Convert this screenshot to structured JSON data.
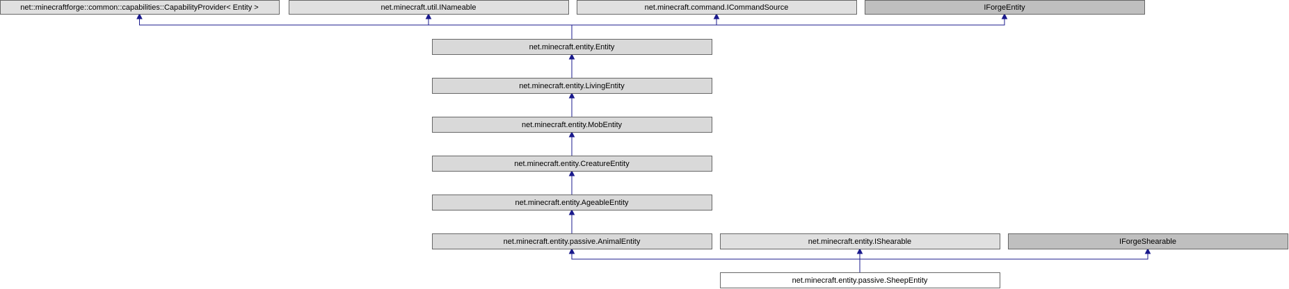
{
  "diagram": {
    "nodes": [
      {
        "id": "capability-provider",
        "label": "net::minecraftforge::common::capabilities::CapabilityProvider< Entity >",
        "fill": "#e0e0e0"
      },
      {
        "id": "inameable",
        "label": "net.minecraft.util.INameable",
        "fill": "#e0e0e0"
      },
      {
        "id": "icommandsource",
        "label": "net.minecraft.command.ICommandSource",
        "fill": "#e0e0e0"
      },
      {
        "id": "iforgeentity",
        "label": "IForgeEntity",
        "fill": "#bfbfbf"
      },
      {
        "id": "entity",
        "label": "net.minecraft.entity.Entity",
        "fill": "#d9d9d9"
      },
      {
        "id": "livingentity",
        "label": "net.minecraft.entity.LivingEntity",
        "fill": "#d9d9d9"
      },
      {
        "id": "mobentity",
        "label": "net.minecraft.entity.MobEntity",
        "fill": "#d9d9d9"
      },
      {
        "id": "creatureentity",
        "label": "net.minecraft.entity.CreatureEntity",
        "fill": "#d9d9d9"
      },
      {
        "id": "ageableentity",
        "label": "net.minecraft.entity.AgeableEntity",
        "fill": "#d9d9d9"
      },
      {
        "id": "animalentity",
        "label": "net.minecraft.entity.passive.AnimalEntity",
        "fill": "#d9d9d9"
      },
      {
        "id": "ishearable",
        "label": "net.minecraft.entity.IShearable",
        "fill": "#e0e0e0"
      },
      {
        "id": "iforgeshearable",
        "label": "IForgeShearable",
        "fill": "#bfbfbf"
      },
      {
        "id": "sheepentity",
        "label": "net.minecraft.entity.passive.SheepEntity",
        "fill": "#ffffff"
      }
    ],
    "edges": [
      {
        "from": "entity",
        "to": "capability-provider"
      },
      {
        "from": "entity",
        "to": "inameable"
      },
      {
        "from": "entity",
        "to": "icommandsource"
      },
      {
        "from": "entity",
        "to": "iforgeentity"
      },
      {
        "from": "livingentity",
        "to": "entity"
      },
      {
        "from": "mobentity",
        "to": "livingentity"
      },
      {
        "from": "creatureentity",
        "to": "mobentity"
      },
      {
        "from": "ageableentity",
        "to": "creatureentity"
      },
      {
        "from": "animalentity",
        "to": "ageableentity"
      },
      {
        "from": "sheepentity",
        "to": "animalentity"
      },
      {
        "from": "sheepentity",
        "to": "ishearable"
      },
      {
        "from": "sheepentity",
        "to": "iforgeshearable"
      }
    ],
    "edge_color": "#1a1a8c"
  }
}
